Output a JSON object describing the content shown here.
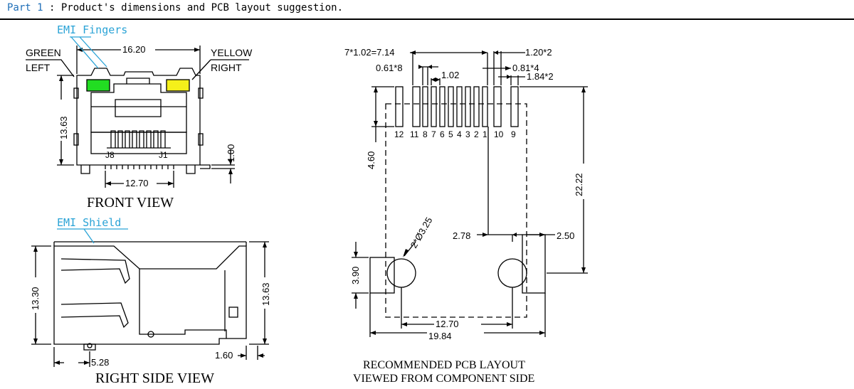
{
  "header": {
    "part": "Part 1",
    "text": " : Product's dimensions and PCB layout suggestion."
  },
  "front_view": {
    "title": "FRONT VIEW",
    "emi_label": "EMI Fingers",
    "left_led_label_1": "GREEN",
    "left_led_label_2": "LEFT",
    "right_led_label_1": "YELLOW",
    "right_led_label_2": "RIGHT",
    "width_dim": "16.20",
    "height_dim": "13.63",
    "pin_spacing_dim": "12.70",
    "foot_dim": "1.00",
    "pin_label_left": "J8",
    "pin_label_right": "J1",
    "led_colors": {
      "green": "#22dd22",
      "yellow": "#f5f01a"
    }
  },
  "side_view": {
    "title": "RIGHT SIDE VIEW",
    "emi_label": "EMI Shield",
    "height_left_dim": "13.30",
    "height_right_dim": "13.63",
    "bottom_left_dim": "5.28",
    "bottom_right_dim": "1.60"
  },
  "pcb_layout": {
    "title_line_1": "RECOMMENDED PCB LAYOUT",
    "title_line_2": "VIEWED FROM COMPONENT SIDE",
    "dims": {
      "total_pitch": "7*1.02=7.14",
      "pad_width": "0.61*8",
      "pitch": "1.02",
      "d1": "1.20*2",
      "d2": "0.81*4",
      "d3": "1.84*2",
      "depth": "4.60",
      "length": "22.22",
      "hole_dia": "2*Ø3.25",
      "hole_offset": "2.78",
      "side_offset": "2.50",
      "hole_height": "3.90",
      "hole_spacing": "12.70",
      "overall_width": "19.84"
    },
    "pin_numbers": [
      "12",
      "11",
      "8",
      "7",
      "6",
      "5",
      "4",
      "3",
      "2",
      "1",
      "10",
      "9"
    ]
  }
}
